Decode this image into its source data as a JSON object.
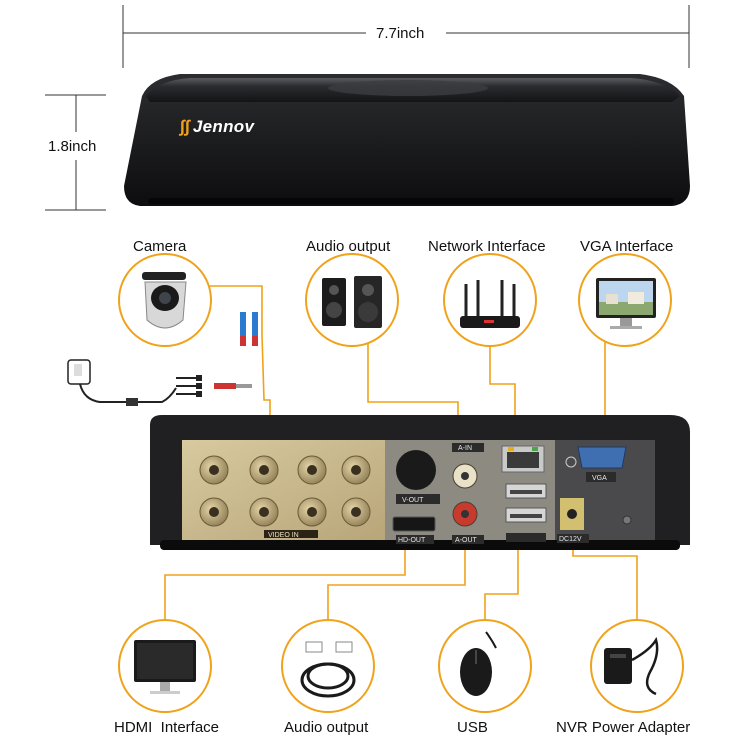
{
  "dimensions": {
    "width_label": "7.7inch",
    "height_label": "1.8inch"
  },
  "brand": {
    "name": "Jennov"
  },
  "top_labels": {
    "camera": "Camera",
    "audio_output": "Audio output",
    "network": "Network Interface",
    "vga": "VGA Interface"
  },
  "bottom_labels": {
    "hdmi": "HDMI  Interface",
    "audio_output": "Audio output",
    "usb": "USB",
    "power": "NVR Power Adapter"
  },
  "panel_labels": {
    "video_in": "VIDEO IN",
    "v_out": "V-OUT",
    "a_in": "A-IN",
    "hd_out": "HD-OUT",
    "a_out": "A-OUT",
    "vga": "VGA",
    "dc": "DC12V"
  },
  "colors": {
    "connector_line": "#f0a21a",
    "circle_border": "#f0a21a",
    "device_body": "#1e1e20",
    "gold_panel": "#c9b98f"
  }
}
